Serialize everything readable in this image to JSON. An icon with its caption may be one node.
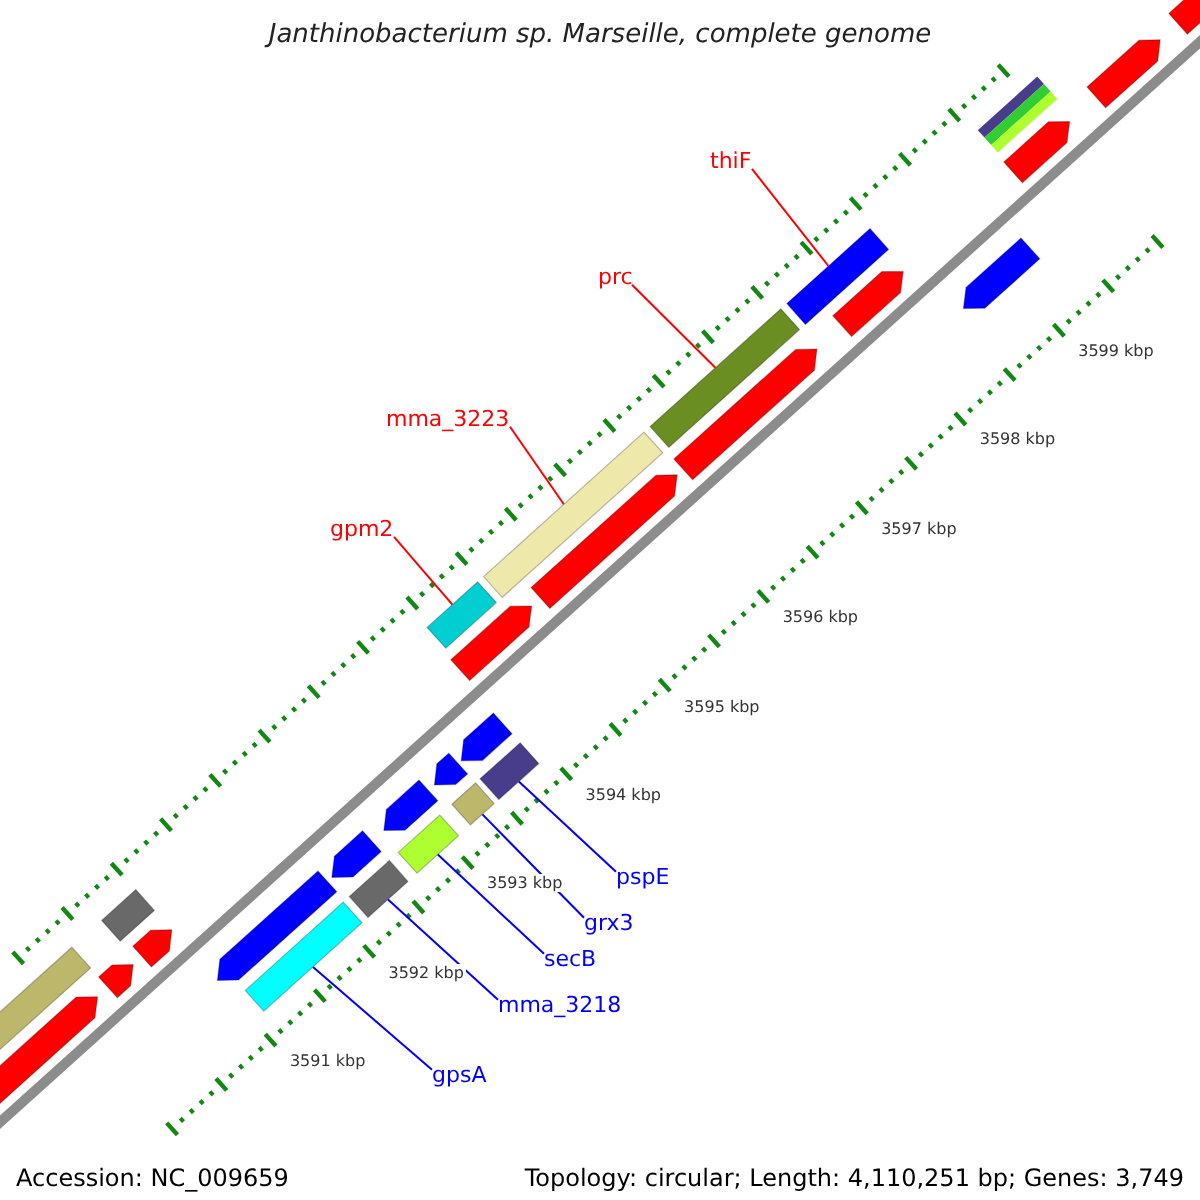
{
  "diagram": {
    "title": "Janthinobacterium sp. Marseille, complete genome",
    "nodes": [
      {
        "text": [
          "thiF"
        ]
      },
      {
        "text": [],
        "shape": "bar"
      },
      {
        "text": [
          "prc"
        ]
      },
      {
        "text": [],
        "shape": "bar"
      },
      {
        "text": [
          "mma_3223"
        ]
      },
      {
        "text": [],
        "shape": "bar"
      },
      {
        "text": [
          "gpm2"
        ]
      },
      {
        "text": [],
        "shape": "bar"
      },
      {
        "text": [
          "pspE"
        ]
      },
      {
        "text": [],
        "shape": "bar"
      },
      {
        "text": [
          "grx3"
        ]
      },
      {
        "text": [],
        "shape": "bar"
      },
      {
        "text": [
          "secB"
        ]
      },
      {
        "text": [],
        "shape": "bar"
      },
      {
        "text": [
          "mma_3218"
        ]
      },
      {
        "text": [],
        "shape": "bar"
      },
      {
        "text": [
          "gpsA"
        ]
      },
      {
        "text": [],
        "shape": "bar"
      },
      {
        "text": [],
        "shape": "arrow"
      },
      {
        "text": [],
        "shape": "arrow"
      },
      {
        "text": [],
        "shape": "arrow"
      },
      {
        "text": [],
        "shape": "arrow"
      },
      {
        "text": [],
        "shape": "arrow"
      },
      {
        "text": [],
        "shape": "arrow"
      },
      {
        "text": [],
        "shape": "arrow"
      },
      {
        "text": [],
        "shape": "arrow"
      },
      {
        "text": [],
        "shape": "arrow"
      },
      {
        "text": [],
        "shape": "arrow"
      },
      {
        "text": [],
        "shape": "bar"
      },
      {
        "text": [],
        "shape": "bar"
      },
      {
        "text": [],
        "shape": "arrow"
      },
      {
        "text": [],
        "shape": "arrow"
      },
      {
        "text": [],
        "shape": "arrow"
      },
      {
        "text": [],
        "shape": "arrow"
      },
      {
        "text": [],
        "shape": "arrow"
      },
      {
        "text": [],
        "shape": "arrow"
      },
      {
        "text": [],
        "shape": "bar"
      }
    ],
    "edges": [
      {
        "from": 0,
        "to": 1,
        "arrow": "none",
        "color": "#ff0000"
      },
      {
        "from": 2,
        "to": 3,
        "arrow": "none",
        "color": "#ff0000"
      },
      {
        "from": 4,
        "to": 5,
        "arrow": "none",
        "color": "#ff0000"
      },
      {
        "from": 6,
        "to": 7,
        "arrow": "none",
        "color": "#ff0000"
      },
      {
        "from": 8,
        "to": 9,
        "arrow": "none",
        "color": "#0000ff"
      },
      {
        "from": 10,
        "to": 11,
        "arrow": "none",
        "color": "#0000ff"
      },
      {
        "from": 12,
        "to": 13,
        "arrow": "none",
        "color": "#0000ff"
      },
      {
        "from": 14,
        "to": 15,
        "arrow": "none",
        "color": "#0000ff"
      },
      {
        "from": 16,
        "to": 17,
        "arrow": "none",
        "color": "#0000ff"
      }
    ],
    "labels": [
      "3599 kbp",
      "3598 kbp",
      "3597 kbp",
      "3596 kbp",
      "3595 kbp",
      "3594 kbp",
      "3593 kbp",
      "3592 kbp",
      "3591 kbp",
      "Accession: NC_009659",
      "Topology: circular; Length: 4,110,251 bp; Genes: 3,749"
    ]
  }
}
